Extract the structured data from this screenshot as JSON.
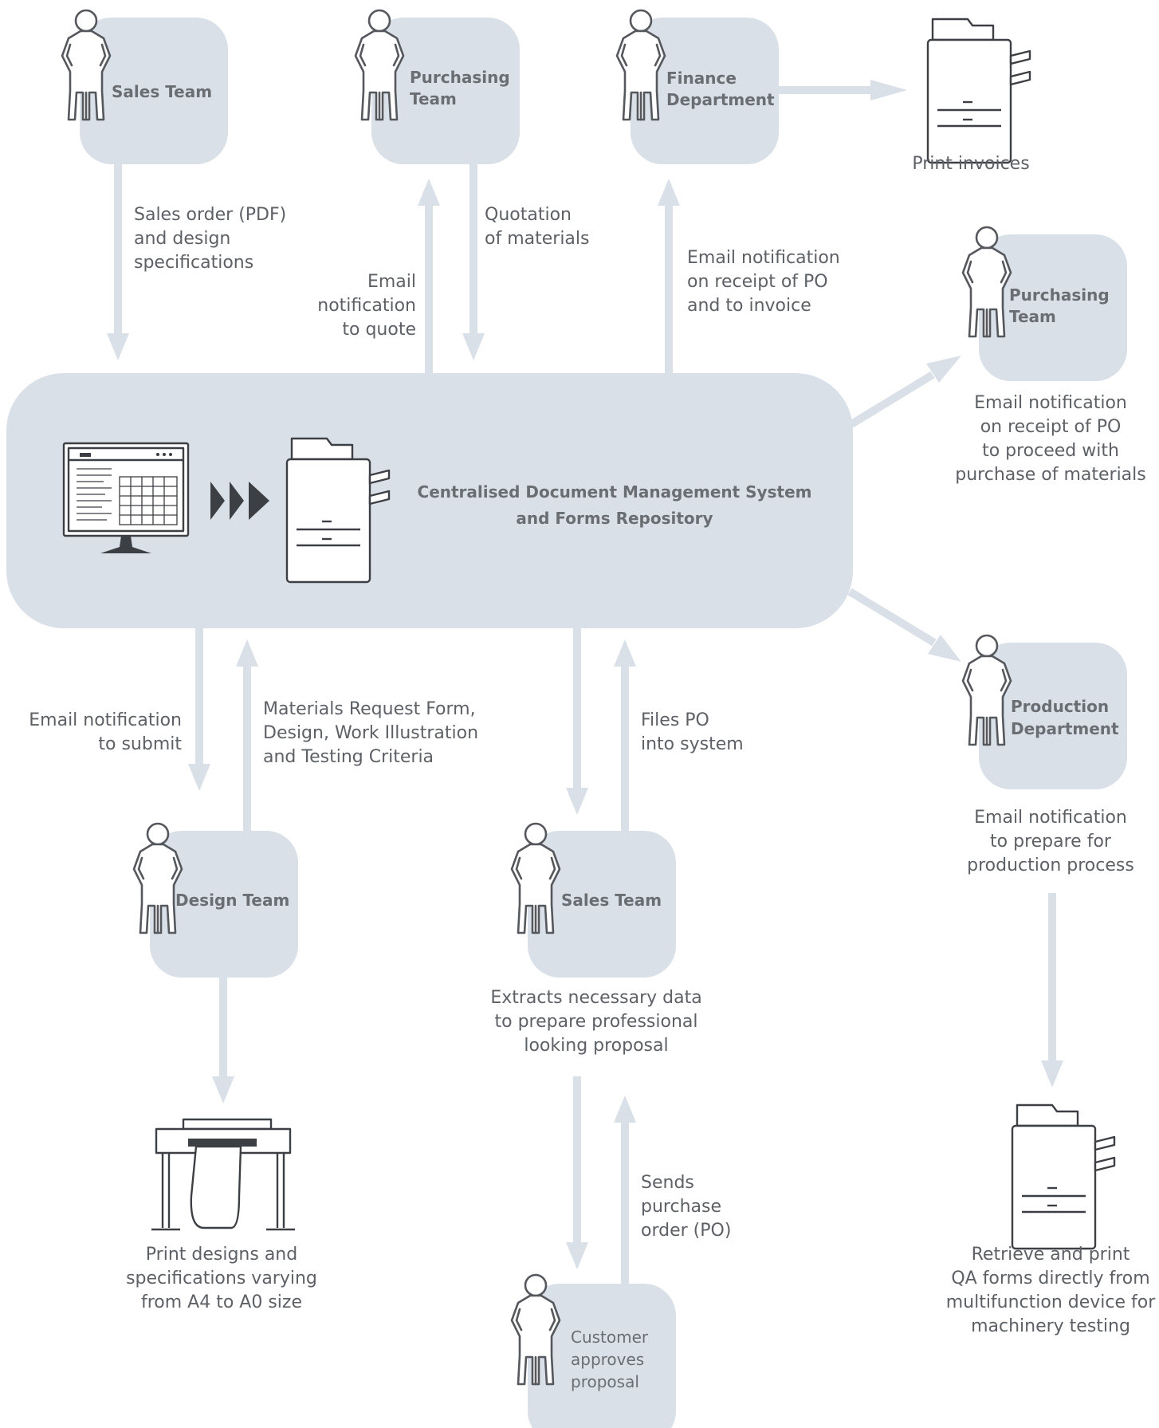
{
  "central": {
    "label_lines": [
      "Centralised Document Management System",
      "and Forms Repository"
    ]
  },
  "nodes": {
    "sales_team_top": [
      "Sales Team"
    ],
    "purchasing_team_top": [
      "Purchasing",
      "Team"
    ],
    "finance_department": [
      "Finance",
      "Department"
    ],
    "purchasing_team_right": [
      "Purchasing",
      "Team"
    ],
    "production_department": [
      "Production",
      "Department"
    ],
    "design_team": [
      "Design Team"
    ],
    "sales_team_bottom": [
      "Sales Team"
    ],
    "customer": [
      "Customer",
      "approves",
      "proposal"
    ]
  },
  "annotations": {
    "print_invoices": [
      "Print invoices"
    ],
    "sales_order": [
      "Sales order (PDF)",
      "and design",
      "specifications"
    ],
    "email_to_quote": [
      "Email",
      "notification",
      "to quote"
    ],
    "quotation": [
      "Quotation",
      "of materials"
    ],
    "email_receipt_po_invoice": [
      "Email notification",
      "on receipt of PO",
      "and to invoice"
    ],
    "email_receipt_po_purchase": [
      "Email notification",
      "on receipt of PO",
      "to proceed with",
      "purchase of materials"
    ],
    "email_to_submit": [
      "Email notification",
      "to submit"
    ],
    "materials_request": [
      "Materials Request Form,",
      "Design, Work Illustration",
      "and Testing Criteria"
    ],
    "files_po": [
      "Files PO",
      "into system"
    ],
    "email_prepare_production": [
      "Email notification",
      "to prepare for",
      "production process"
    ],
    "extracts_data": [
      "Extracts necessary data",
      "to prepare professional",
      "looking proposal"
    ],
    "print_designs": [
      "Print designs and",
      "specifications varying",
      "from A4 to A0 size"
    ],
    "sends_po": [
      "Sends",
      "purchase",
      "order (PO)"
    ],
    "retrieve_qa": [
      "Retrieve and print",
      "QA forms directly from",
      "multifunction device for",
      "machinery testing"
    ]
  },
  "colors": {
    "box_fill": "#d9e0e8",
    "label_text": "#6a6e73",
    "note_text": "#5d6166",
    "icon_stroke": "#55585c"
  },
  "icons": {
    "person": "person-icon",
    "printer": "printer-icon",
    "monitor": "monitor-icon",
    "plotter": "plotter-icon",
    "forward": "triple-chevron-icon"
  }
}
